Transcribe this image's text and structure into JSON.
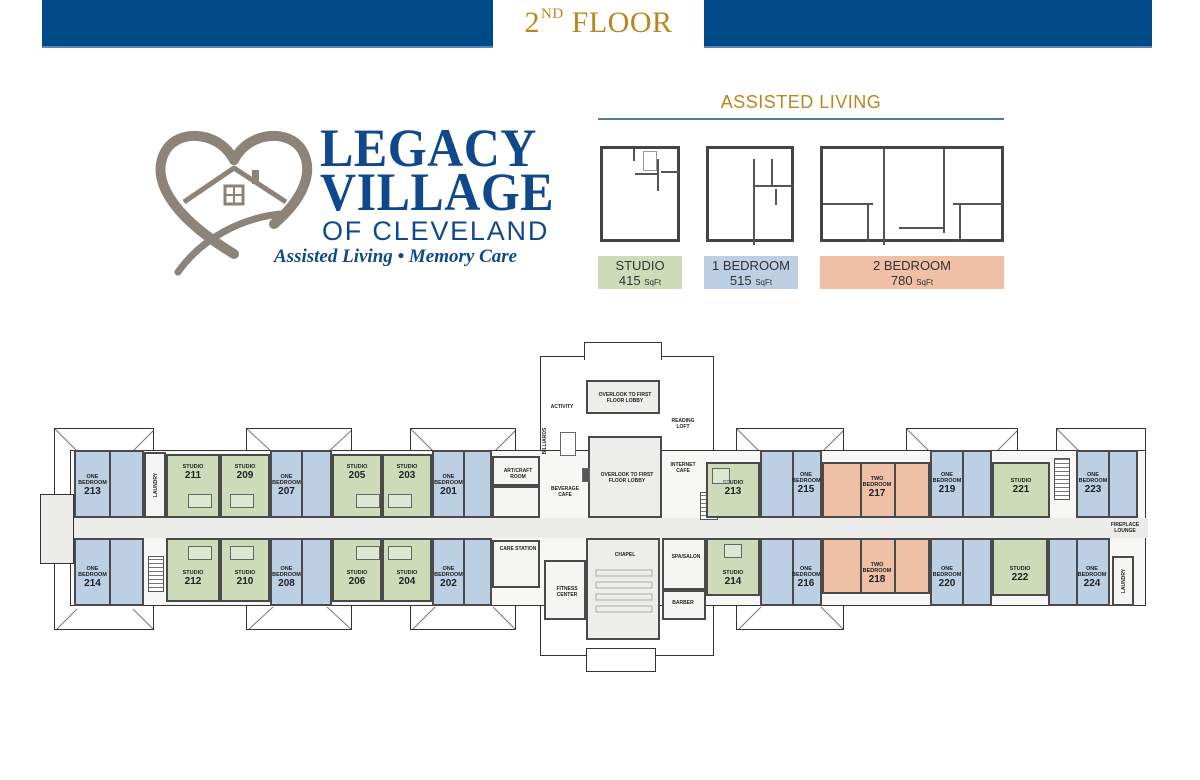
{
  "header": {
    "floor_number": "2",
    "floor_suffix": "ND",
    "floor_word": "FLOOR",
    "band_color": "#004a88",
    "title_color": "#b8871f"
  },
  "logo": {
    "line1": "LEGACY",
    "line2": "VILLAGE",
    "line3": "OF CLEVELAND",
    "tagline": "Assisted Living • Memory Care",
    "icon": "heart-house-icon"
  },
  "legend": {
    "title": "ASSISTED LIVING",
    "units": [
      {
        "name": "STUDIO",
        "size": "415",
        "unit": "SqFt",
        "color": "#cddbb8"
      },
      {
        "name": "1 BEDROOM",
        "size": "515",
        "unit": "SqFt",
        "color": "#bccfe3"
      },
      {
        "name": "2 BEDROOM",
        "size": "780",
        "unit": "SqFt",
        "color": "#efbfa6"
      }
    ]
  },
  "rooms": {
    "r213a": {
      "type": "ONE BEDROOM",
      "num": "213"
    },
    "r211": {
      "type": "STUDIO",
      "num": "211"
    },
    "r209": {
      "type": "STUDIO",
      "num": "209"
    },
    "r207": {
      "type": "ONE BEDROOM",
      "num": "207"
    },
    "r205": {
      "type": "STUDIO",
      "num": "205"
    },
    "r203": {
      "type": "STUDIO",
      "num": "203"
    },
    "r201": {
      "type": "ONE BEDROOM",
      "num": "201"
    },
    "r214a": {
      "type": "ONE BEDROOM",
      "num": "214"
    },
    "r212": {
      "type": "STUDIO",
      "num": "212"
    },
    "r210": {
      "type": "STUDIO",
      "num": "210"
    },
    "r208": {
      "type": "ONE BEDROOM",
      "num": "208"
    },
    "r206": {
      "type": "STUDIO",
      "num": "206"
    },
    "r204": {
      "type": "STUDIO",
      "num": "204"
    },
    "r202": {
      "type": "ONE BEDROOM",
      "num": "202"
    },
    "r213b": {
      "type": "STUDIO",
      "num": "213"
    },
    "r215": {
      "type": "ONE BEDROOM",
      "num": "215"
    },
    "r217": {
      "type": "TWO BEDROOM",
      "num": "217"
    },
    "r219": {
      "type": "ONE BEDROOM",
      "num": "219"
    },
    "r221": {
      "type": "STUDIO",
      "num": "221"
    },
    "r223": {
      "type": "ONE BEDROOM",
      "num": "223"
    },
    "r214b": {
      "type": "STUDIO",
      "num": "214"
    },
    "r216": {
      "type": "ONE BEDROOM",
      "num": "216"
    },
    "r218": {
      "type": "TWO BEDROOM",
      "num": "218"
    },
    "r220": {
      "type": "ONE BEDROOM",
      "num": "220"
    },
    "r222": {
      "type": "STUDIO",
      "num": "222"
    },
    "r224": {
      "type": "ONE BEDROOM",
      "num": "224"
    }
  },
  "common": {
    "laundry_west": "LAUNDRY",
    "laundry_east": "LAUNDRY",
    "art_craft": "ART/CRAFT ROOM",
    "activity": "ACTIVITY",
    "billiards": "BILLIARDS",
    "beverage_cafe": "BEVERAGE CAFE",
    "overlook_top": "OVERLOOK TO FIRST FLOOR LOBBY",
    "overlook_main": "OVERLOOK TO FIRST FLOOR LOBBY",
    "reading_loft": "READING LOFT",
    "internet_cafe": "INTERNET CAFE",
    "care_station": "CARE STATION",
    "fitness_center": "FITNESS CENTER",
    "chapel": "CHAPEL",
    "spa_salon": "SPA/SALON",
    "barber": "BARBER",
    "fireplace_lounge": "FIREPLACE LOUNGE"
  }
}
